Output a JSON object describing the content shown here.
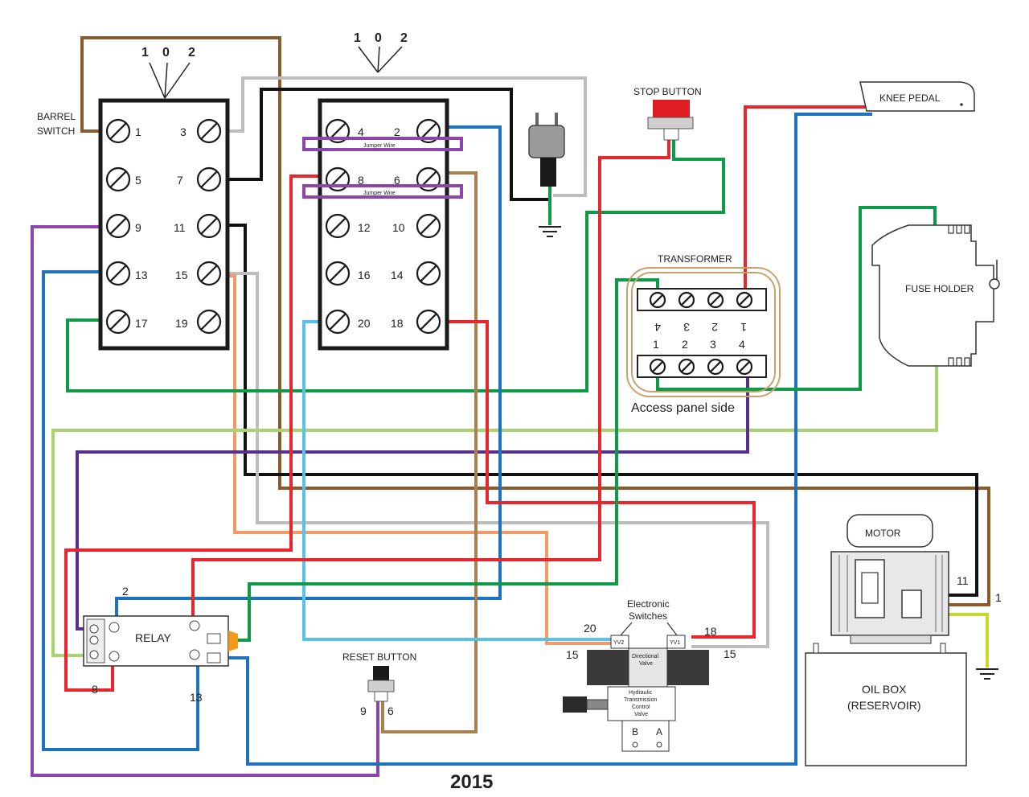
{
  "colors": {
    "brown": "#8a5a2b",
    "gray": "#bdbdbd",
    "black": "#111111",
    "blue": "#1e73be",
    "red": "#e8262b",
    "green": "#0f9a48",
    "purple": "#8e44ad",
    "lightgreen": "#a7d46f",
    "orange": "#f39a6b",
    "lightblue": "#58c2ea",
    "tan": "#a8814f",
    "violet": "#5a2f8c",
    "yellowgreen": "#c8d82c"
  },
  "barrel_switch": {
    "label_line1": "BARREL",
    "label_line2": "SWITCH",
    "positions": [
      "1",
      "0",
      "2"
    ],
    "left_terminals": [
      "1",
      "5",
      "9",
      "13",
      "17"
    ],
    "right_terminals": [
      "3",
      "7",
      "11",
      "15",
      "19"
    ]
  },
  "second_switch": {
    "positions": [
      "1",
      "0",
      "2"
    ],
    "left_terminals": [
      "4",
      "8",
      "12",
      "16",
      "20"
    ],
    "right_terminals": [
      "2",
      "6",
      "10",
      "14",
      "18"
    ],
    "jumper_label": "Jumper Wire"
  },
  "stop_button": "STOP BUTTON",
  "knee_pedal": "KNEE PEDAL",
  "transformer": {
    "title": "TRANSFORMER",
    "top_numbers": [
      "4",
      "3",
      "2",
      "1"
    ],
    "bottom_numbers": [
      "1",
      "2",
      "3",
      "4"
    ],
    "side_label": "Access panel side"
  },
  "fuse_holder": "FUSE HOLDER",
  "motor": "MOTOR",
  "motor_wires": [
    "11",
    "1"
  ],
  "oil_box": {
    "line1": "OIL BOX",
    "line2": "(RESERVOIR)"
  },
  "relay": {
    "label": "RELAY",
    "wire_labels": [
      "2",
      "8",
      "13"
    ]
  },
  "reset_button": {
    "label": "RESET BUTTON",
    "wires": [
      "9",
      "6"
    ]
  },
  "valve": {
    "switches_line1": "Electronic",
    "switches_line2": "Switches",
    "yv2": "YV2",
    "yv1": "YV1",
    "left_numbers": [
      "20",
      "15"
    ],
    "right_numbers": [
      "18",
      "15"
    ],
    "directional_line1": "Directional",
    "directional_line2": "Valve",
    "hydraulic_line1": "Hydraulic",
    "hydraulic_line2": "Transmission",
    "hydraulic_line3": "Control",
    "hydraulic_line4": "Valve",
    "port_b": "B",
    "port_a": "A"
  },
  "year": "2015"
}
